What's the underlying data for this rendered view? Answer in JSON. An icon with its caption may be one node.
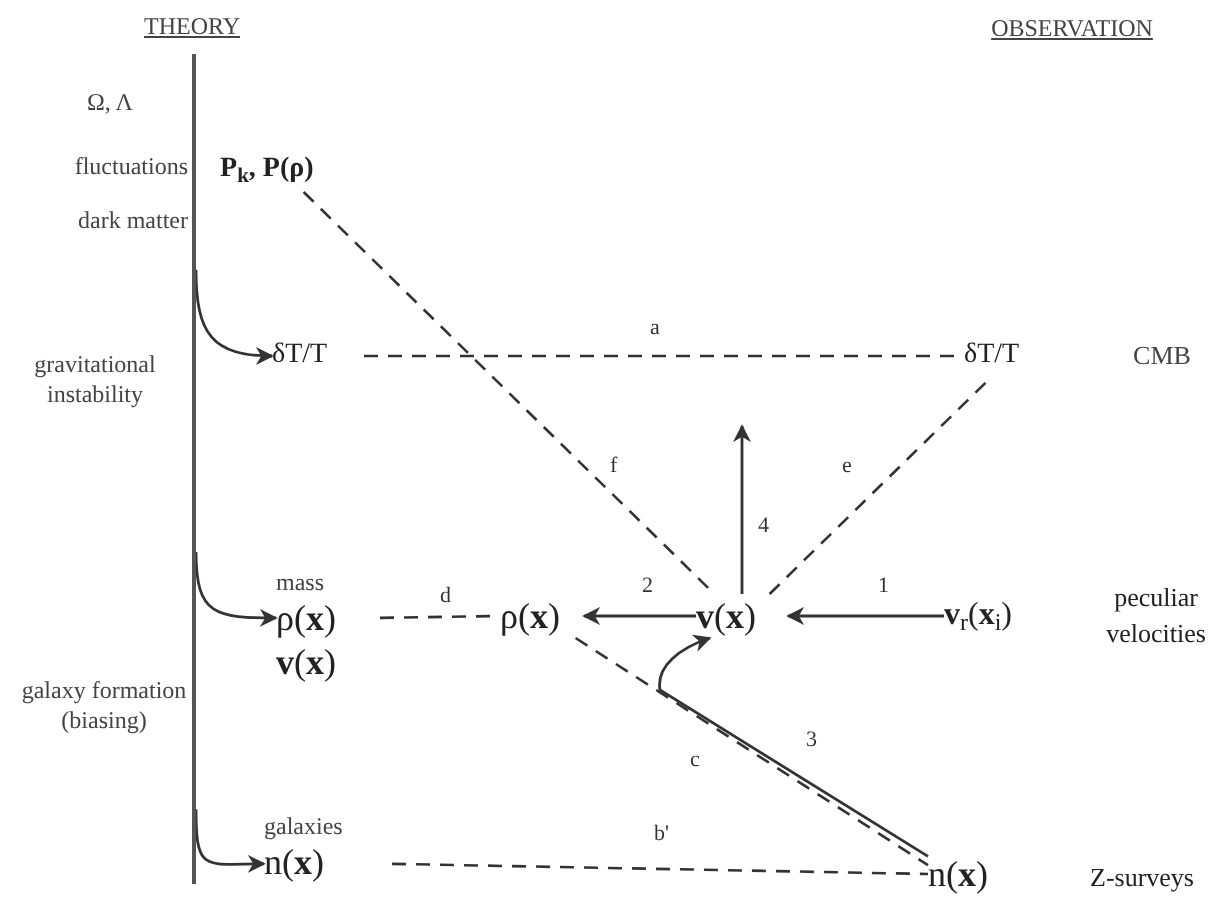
{
  "diagram": {
    "nodes": [
      {
        "text": [],
        "shape": "bar"
      },
      {
        "text": [
          "P$_{k}$, P(ρ)"
        ]
      },
      {
        "text": [
          "δT/T"
        ]
      },
      {
        "text": [
          "δT/T"
        ]
      },
      {
        "text": [
          "mass",
          "ρ(**x**)",
          "**v**(**x**)"
        ]
      },
      {
        "text": [
          "ρ(**x**)"
        ]
      },
      {
        "text": [
          "**v**(**x**)"
        ]
      },
      {
        "text": [
          "**v**$_{r}$(**x**$_{i}$)"
        ],
        "beside": [
          "peculiar velocities"
        ]
      },
      {
        "text": [
          "galaxies",
          "n(**x**)"
        ]
      },
      {
        "text": [
          "n(**x**)"
        ],
        "beside": [
          "Z-surveys"
        ]
      }
    ],
    "edges": [
      {
        "from": 0,
        "to": 2,
        "arrow": "to"
      },
      {
        "from": 0,
        "to": 4,
        "arrow": "to"
      },
      {
        "from": 0,
        "to": 8,
        "arrow": "to"
      },
      {
        "from": 1,
        "to": 6,
        "arrow": "none",
        "label": "f",
        "style": "dashed"
      },
      {
        "from": 2,
        "to": 3,
        "arrow": "none",
        "label": "a",
        "style": "dashed"
      },
      {
        "from": 6,
        "to": 3,
        "arrow": "none",
        "label": "e",
        "style": "dashed"
      },
      {
        "from": 7,
        "to": 6,
        "arrow": "to",
        "label": "1"
      },
      {
        "from": 6,
        "to": 5,
        "arrow": "to",
        "label": "2"
      },
      {
        "from": 4,
        "to": 5,
        "arrow": "none",
        "label": "d",
        "style": "dashed"
      },
      {
        "from": 5,
        "to": 9,
        "arrow": "none",
        "label": "c",
        "style": "dashed"
      },
      {
        "from": 9,
        "to": 6,
        "arrow": "to",
        "label": "3"
      },
      {
        "from": 8,
        "to": 9,
        "arrow": "none",
        "label": "b'",
        "style": "dashed"
      },
      {
        "from": 6,
        "to": null,
        "arrow": "to",
        "label": "4"
      }
    ],
    "labels": [
      "THEORY",
      "OBSERVATION",
      "Ω, Λ",
      "fluctuations",
      "dark matter",
      "gravitational instability",
      "galaxy formation (biasing)",
      "CMB"
    ]
  }
}
